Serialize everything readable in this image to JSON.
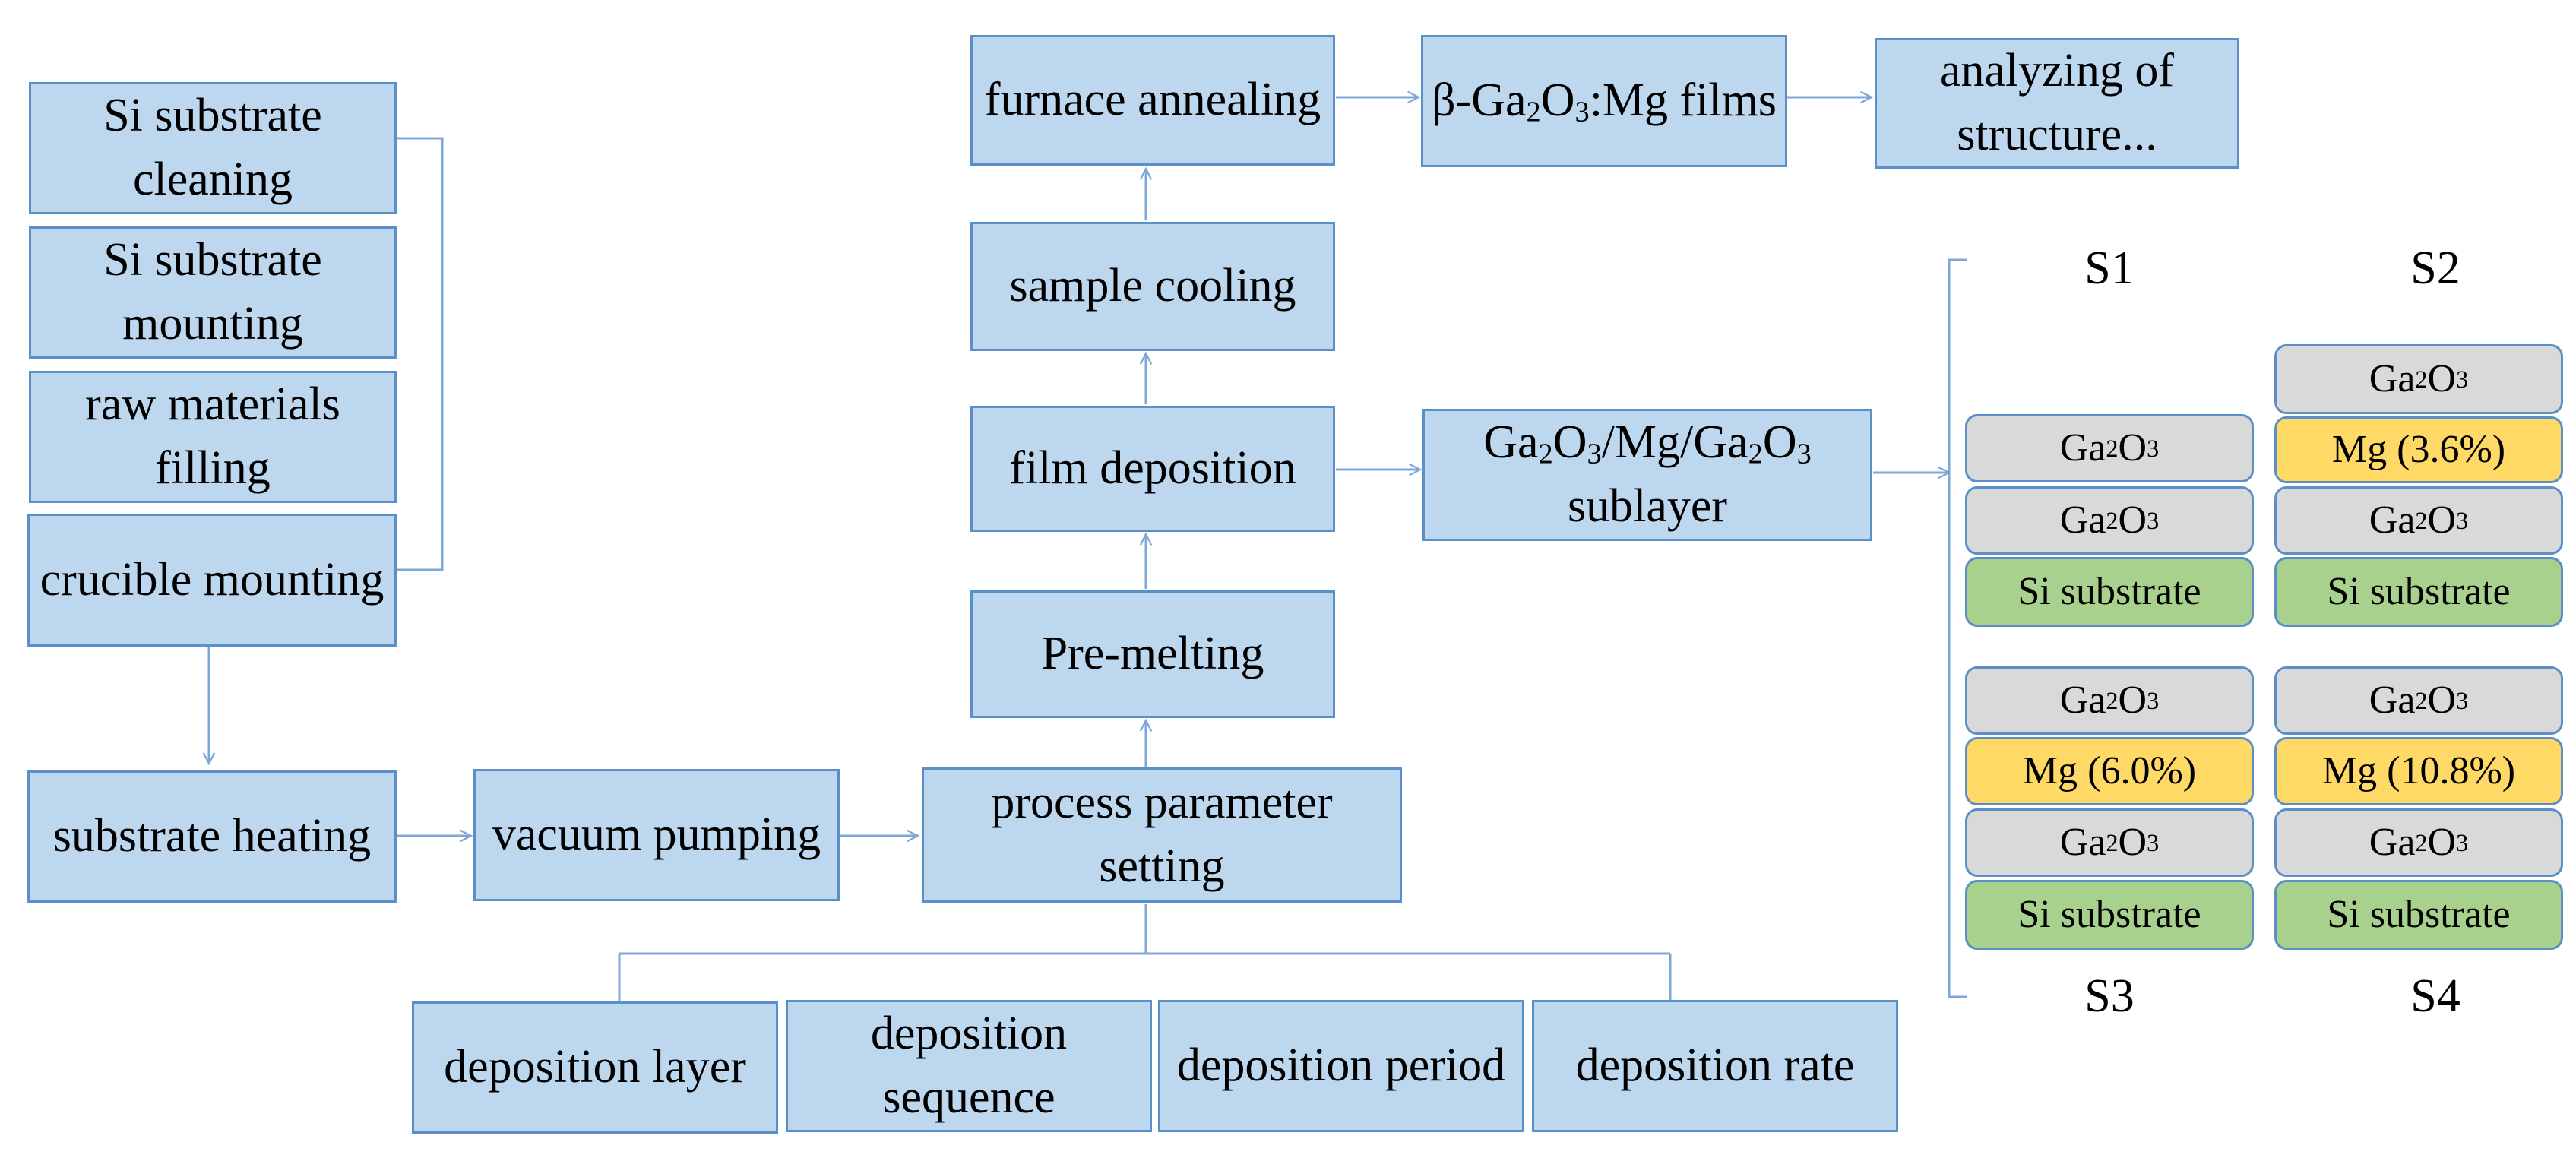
{
  "prep_steps": {
    "si_cleaning": "Si substrate cleaning",
    "si_mounting": "Si substrate mounting",
    "raw_filling": "raw materials filling",
    "crucible_mounting": "crucible mounting"
  },
  "main_flow": {
    "substrate_heating": "substrate heating",
    "vacuum_pumping": "vacuum pumping",
    "process_parameter_setting": "process parameter setting",
    "pre_melting": "Pre-melting",
    "film_deposition": "film deposition",
    "sample_cooling": "sample cooling",
    "furnace_annealing": "furnace annealing"
  },
  "outputs": {
    "films_prefix": "β-Ga",
    "films_sub1": "2",
    "films_mid": "O",
    "films_sub2": "3",
    "films_suffix": ":Mg films",
    "analyzing": "analyzing of structure...",
    "sublayer_line2": "sublayer"
  },
  "parameters": {
    "layer": "deposition layer",
    "sequence": "deposition sequence",
    "period": "deposition period",
    "rate": "deposition rate"
  },
  "samples": {
    "s1_label": "S1",
    "s2_label": "S2",
    "s3_label": "S3",
    "s4_label": "S4",
    "ga_main": "Ga",
    "ga_sub_a": "2",
    "ga_o": "O",
    "ga_sub_b": "3",
    "mg_s2": "Mg (3.6%)",
    "mg_s3": "Mg (6.0%)",
    "mg_s4": "Mg (10.8%)",
    "si_substrate": "Si substrate"
  },
  "colors": {
    "box_fill": "#bdd7ee",
    "box_border": "#5b8fc7",
    "connector": "#7ea6d8",
    "ga2o3_layer": "#d9d9d9",
    "mg_layer": "#ffd966",
    "si_layer": "#a9d18e"
  }
}
